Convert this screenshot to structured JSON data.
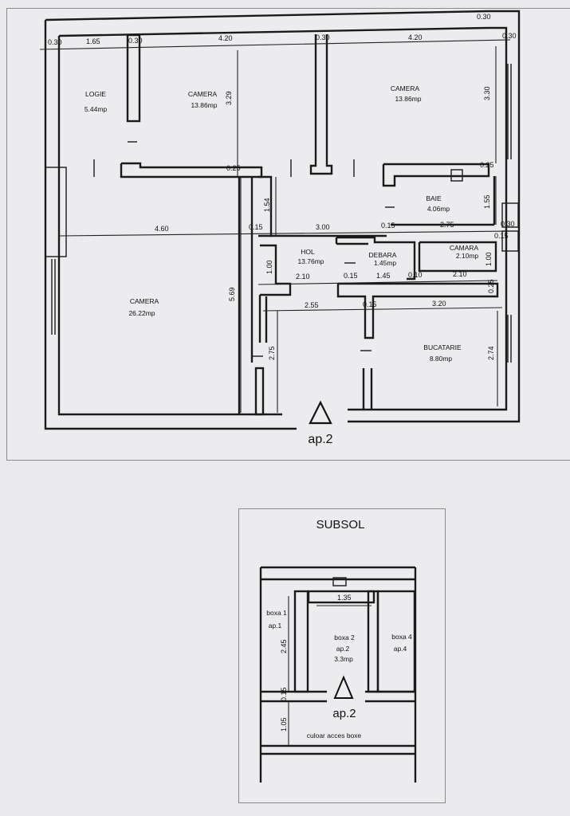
{
  "main_plan": {
    "apartment_label": "ap.2",
    "rooms": [
      {
        "name": "LOGIE",
        "area": "5.44mp"
      },
      {
        "name": "CAMERA",
        "area": "13.86mp"
      },
      {
        "name": "CAMERA",
        "area": "13.86mp"
      },
      {
        "name": "CAMERA",
        "area": "26.22mp"
      },
      {
        "name": "HOL",
        "area": "13.76mp"
      },
      {
        "name": "DEBARA",
        "area": "1.45mp"
      },
      {
        "name": "BAIE",
        "area": "4.06mp"
      },
      {
        "name": "CAMARA",
        "area": "2.10mp"
      },
      {
        "name": "BUCATARIE",
        "area": "8.80mp"
      }
    ],
    "dimensions": [
      "0.30",
      "1.65",
      "0.30",
      "4.20",
      "0.30",
      "4.20",
      "0.30",
      "0.30",
      "3.29",
      "3.30",
      "0.25",
      "0.25",
      "1.54",
      "1.55",
      "4.60",
      "0.15",
      "3.00",
      "0.15",
      "2.75",
      "0.30",
      "0.15",
      "1.00",
      "1.00",
      "2.10",
      "0.15",
      "1.45",
      "0.10",
      "2.10",
      "0.25",
      "5.69",
      "2.55",
      "0.15",
      "3.20",
      "2.75",
      "2.74"
    ]
  },
  "subsol": {
    "title": "SUBSOL",
    "apartment_label": "ap.2",
    "boxes": [
      {
        "name": "boxa 1",
        "apt": "ap.1",
        "area": ""
      },
      {
        "name": "boxa 2",
        "apt": "ap.2",
        "area": "3.3mp"
      },
      {
        "name": "boxa 4",
        "apt": "ap.4",
        "area": ""
      }
    ],
    "corridor": "culoar acces boxe",
    "dimensions": [
      "1.35",
      "2.45",
      "0.15",
      "1.05"
    ]
  }
}
